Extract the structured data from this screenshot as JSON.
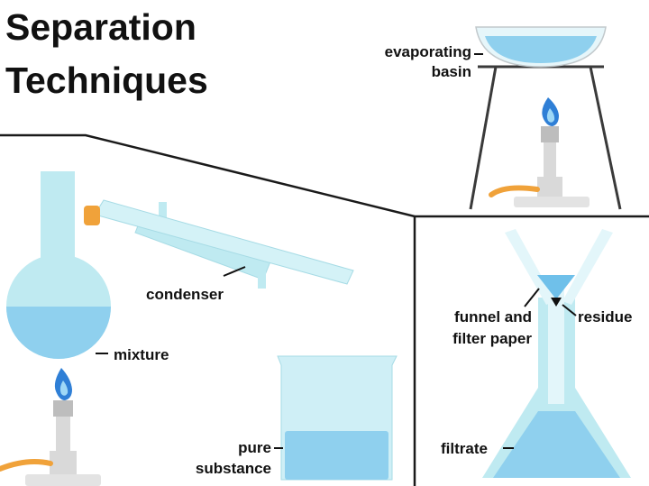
{
  "title": {
    "line1": "Separation",
    "line2": "Techniques"
  },
  "evaporation": {
    "basin_label_line1": "evaporating",
    "basin_label_line2": "basin"
  },
  "distillation": {
    "condenser_label": "condenser",
    "mixture_label": "mixture",
    "pure_label_line1": "pure",
    "pure_label_line2": "substance"
  },
  "filtration": {
    "funnel_label_line1": "funnel and",
    "funnel_label_line2": "filter paper",
    "residue_label": "residue",
    "filtrate_label": "filtrate"
  },
  "colors": {
    "glass": "#bfeaf1",
    "liquid": "#8fd0ee",
    "flame_outer": "#2f7fd6",
    "flame_inner": "#9fd8f6",
    "burner": "#d9d9d9",
    "tube": "#f0a23a",
    "divider": "#1a1a1a"
  }
}
